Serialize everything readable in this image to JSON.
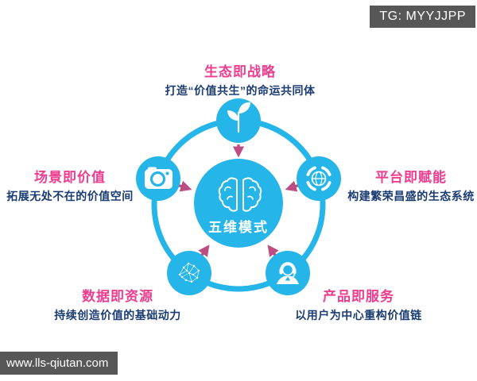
{
  "badges": {
    "telegram": "TG: MYYJJPP",
    "watermark": "www.lls-qiutan.com"
  },
  "center": {
    "label": "五维模式",
    "icon": "brain-icon"
  },
  "nodes": [
    {
      "id": "ecology",
      "position": "top",
      "icon": "sprout-icon",
      "title": "生态即战略",
      "subtitle": "打造“价值共生”的命运共同体"
    },
    {
      "id": "scene",
      "position": "left",
      "icon": "camera-icon",
      "title": "场景即价值",
      "subtitle": "拓展无处不在的价值空间"
    },
    {
      "id": "platform",
      "position": "right",
      "icon": "eco-globe-icon",
      "title": "平台即赋能",
      "subtitle": "构建繁荣昌盛的生态系统"
    },
    {
      "id": "data",
      "position": "bottom-left",
      "icon": "data-mesh-icon",
      "title": "数据即资源",
      "subtitle": "持续创造价值的基础动力"
    },
    {
      "id": "product",
      "position": "bottom-right",
      "icon": "support-agent-icon",
      "title": "产品即服务",
      "subtitle": "以用户为中心重构价值链"
    }
  ],
  "colors": {
    "cyan": "#25b5e8",
    "title_pink": "#ee3d8f",
    "arrow_pink": "#bd4e84",
    "subtitle_navy": "#1b3c72",
    "badge_gray": "#575757"
  }
}
